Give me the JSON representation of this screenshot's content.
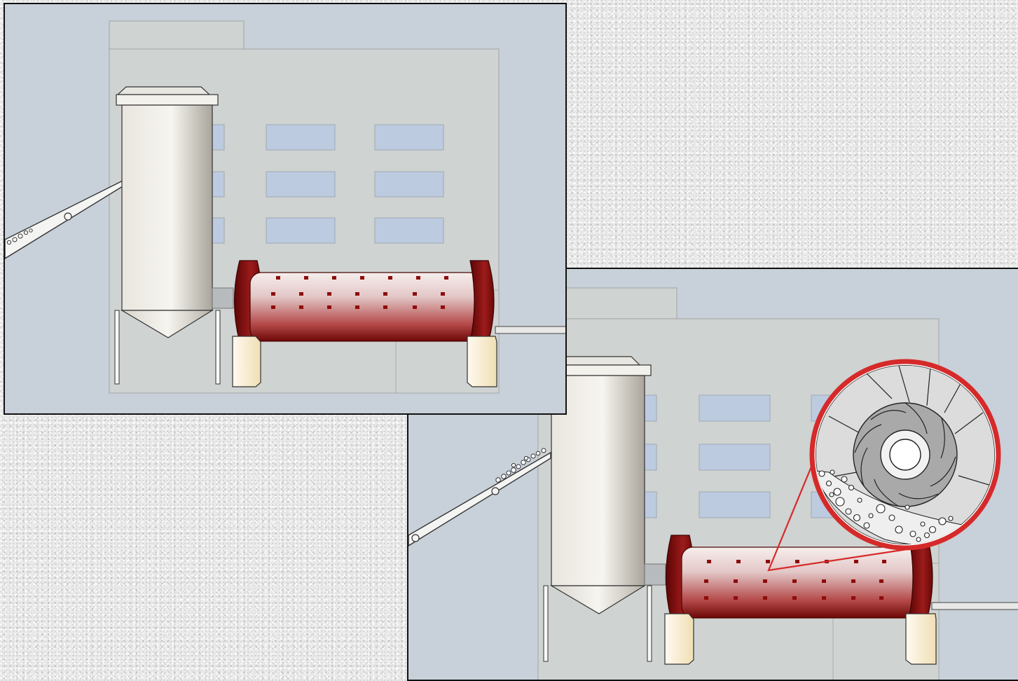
{
  "scene": {
    "panels": [
      {
        "id": "panel-a",
        "state": "exterior view"
      },
      {
        "id": "panel-b",
        "state": "cutaway inset of mill interior"
      }
    ]
  },
  "colors": {
    "sky": "#c8d0d9",
    "building": "#cfd3d1",
    "window": "#bccbe0",
    "mill_dark": "#7a0a0a",
    "mill_light": "#f4ece8",
    "support": "#fbf0d6",
    "inset_ring": "#d62a2a"
  },
  "icons": {
    "silo": "silo-icon",
    "conveyor": "conveyor-icon",
    "mill": "ball-mill-icon",
    "magnifier": "magnifier-inset-icon"
  }
}
